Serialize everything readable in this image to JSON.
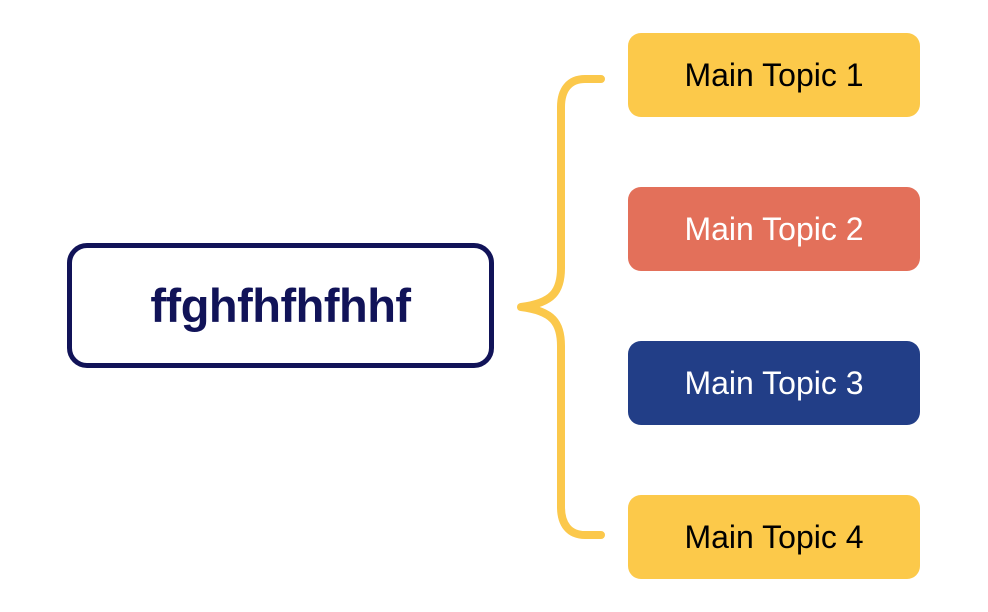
{
  "diagram": {
    "type": "mind-map",
    "background_color": "#FFFFFF",
    "central_node": {
      "label": "ffghfhfhfhhf",
      "text_color": "#111358",
      "border_color": "#111358",
      "fill_color": "#FFFFFF"
    },
    "connector": {
      "name": "curly-brace",
      "color": "#FBC84B",
      "stroke_width": 8
    },
    "topics": [
      {
        "label": "Main Topic 1",
        "fill_color": "#FCC94A",
        "text_color": "#000000"
      },
      {
        "label": "Main Topic 2",
        "fill_color": "#E3705A",
        "text_color": "#FFFFFF"
      },
      {
        "label": "Main Topic 3",
        "fill_color": "#223E87",
        "text_color": "#FFFFFF"
      },
      {
        "label": "Main Topic 4",
        "fill_color": "#FCC94A",
        "text_color": "#000000"
      }
    ]
  }
}
